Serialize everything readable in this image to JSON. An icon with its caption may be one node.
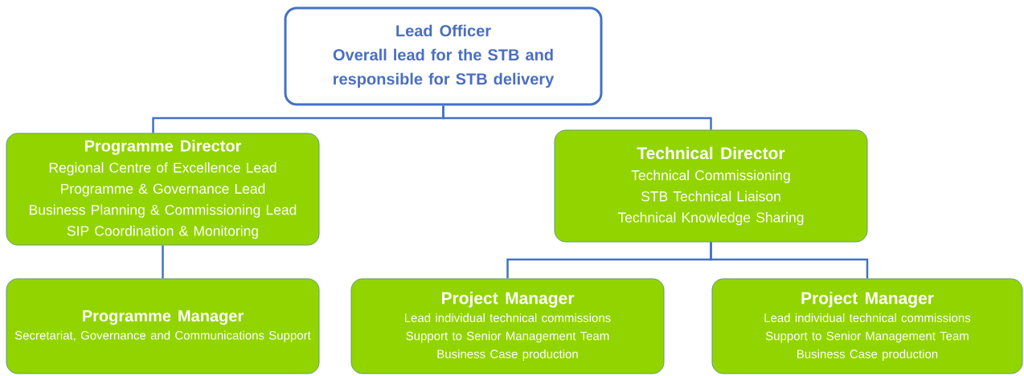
{
  "diagram": {
    "nodes": [
      {
        "text": [
          "Lead Officer",
          "Overall lead for the STB and responsible for STB delivery"
        ]
      },
      {
        "text": [
          "Programme Director",
          "Regional Centre of Excellence Lead",
          "Programme & Governance Lead",
          "Business Planning & Commissioning Lead",
          "SIP Coordination & Monitoring"
        ]
      },
      {
        "text": [
          "Technical Director",
          "Technical Commissioning",
          "STB Technical Liaison",
          "Technical Knowledge Sharing"
        ]
      },
      {
        "text": [
          "Programme Manager",
          "Secretariat, Governance and Communications Support"
        ]
      },
      {
        "text": [
          "Project Manager",
          "Lead individual technical commissions",
          "Support to Senior Management Team",
          "Business Case production"
        ]
      },
      {
        "text": [
          "Project Manager",
          "Lead individual technical commissions",
          "Support to Senior Management Team",
          "Business Case production"
        ]
      }
    ],
    "edges": [
      {
        "from": 0,
        "to": 1,
        "arrow": "none"
      },
      {
        "from": 0,
        "to": 2,
        "arrow": "none"
      },
      {
        "from": 1,
        "to": 3,
        "arrow": "none"
      },
      {
        "from": 2,
        "to": 4,
        "arrow": "none"
      },
      {
        "from": 2,
        "to": 5,
        "arrow": "none"
      }
    ]
  }
}
